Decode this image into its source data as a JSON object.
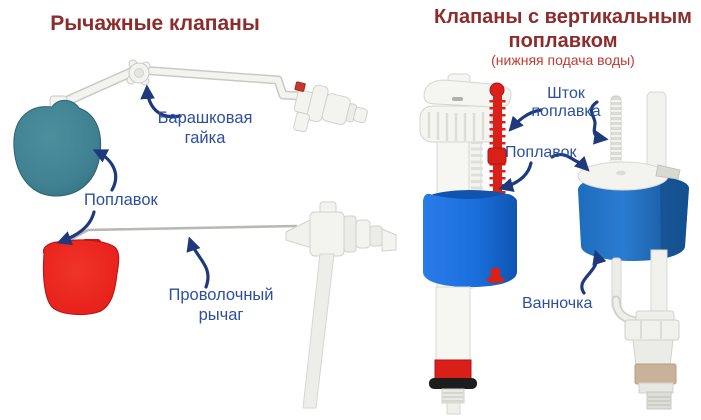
{
  "page": {
    "background": "#ffffff"
  },
  "left_section": {
    "title": "Рычажные клапаны",
    "labels": {
      "wing_nut": "Барашковая\nгайка",
      "float": "Поплавок",
      "wire_lever": "Проволочный\nрычаг"
    }
  },
  "right_section": {
    "title": "Клапаны с вертикальным\nпоплавком",
    "subtitle": "(нижняя подача воды)",
    "labels": {
      "float_rod": "Шток\nпоплавка",
      "float": "Поплавок",
      "cup": "Ванночка"
    }
  },
  "colors": {
    "title_dark_red": "#8d2c2c",
    "subtitle_red": "#c03a31",
    "label_blue": "#2d4f9e",
    "arrow_navy": "#1e3a7c",
    "teal_float": "#3f8191",
    "red_float": "#e7211b",
    "float_rod_red": "#d92019",
    "blue_cup": "#1a6fdd",
    "blue_cylinder": "#1f70c5",
    "plastic_white": "#f3f3f0",
    "beige_ring": "#c9b299"
  }
}
